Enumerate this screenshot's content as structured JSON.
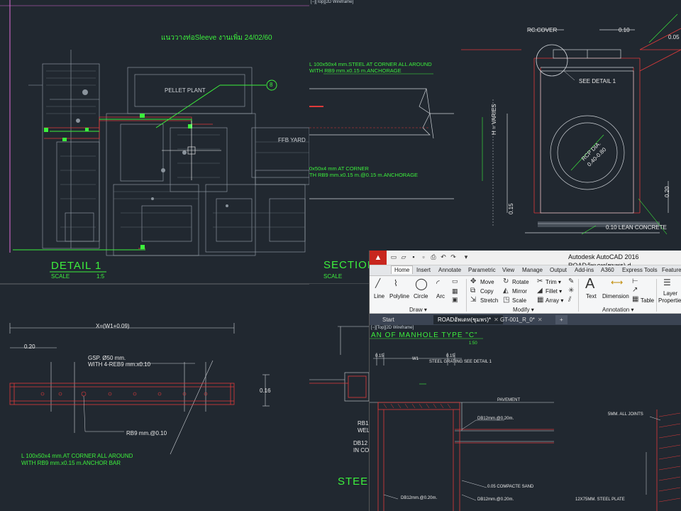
{
  "viewport_labels": {
    "top_right": "[−][Top][2D Wireframe]",
    "acad": "[−][Top][2D Wireframe]"
  },
  "detail1": {
    "note": "แนววางท่อSleeve งานเพิ่ม 24/02/60",
    "pellet": "PELLET PLANT",
    "ffb": "FFB YARD",
    "bubble": "8",
    "title": "DETAIL 1",
    "scale_label": "SCALE",
    "scale_value": "1:5"
  },
  "section": {
    "note1a": "L 100x50x4 mm.STEEL AT CORNER ALL AROUND",
    "note1b": "WITH RB9 mm.x0.15 m.ANCHORAGE",
    "note2a": "0x50x4 mm AT CORNER",
    "note2b": "TH RB9 mm.x0.15 m.@0.15 m.ANCHORAGE",
    "title": "SECTION",
    "scale_label": "SCALE"
  },
  "manhole": {
    "rc_cover": "RC.COVER",
    "dim_010": "0.10",
    "dim_005": "0.05",
    "see_detail": "SEE DETAIL 1",
    "h_varies": "H = VARIES",
    "rcp_dia": "RCP DIA.",
    "rcp_size": "0.40-0.80",
    "dim_020": "0.20",
    "dim_015": "0.15",
    "lean": "0.10 LEAN CONCRETE"
  },
  "grating": {
    "width": "X=(W1+0.09)",
    "dim_020": "0.20",
    "gsp1": "GSP. Ø50 mm.",
    "gsp2": "WITH 4-REB9 mm.x0.10",
    "dim_016": "0.16",
    "rb9": "RB9 mm.@0.10",
    "note1": "L 100x50x4 mm.AT CORNER ALL AROUND",
    "note2": "WITH RB9 mm.x0.15 m.ANCHOR BAR"
  },
  "acad": {
    "title": "Autodesk AutoCAD 2016   ROADอัพเดท(ชุมพร).d",
    "tabs": [
      "Home",
      "Insert",
      "Annotate",
      "Parametric",
      "View",
      "Manage",
      "Output",
      "Add-ins",
      "A360",
      "Express Tools",
      "Featured"
    ],
    "draw": {
      "line": "Line",
      "polyline": "Polyline",
      "circle": "Circle",
      "arc": "Arc",
      "panel": "Draw ▾"
    },
    "modify": {
      "move": "Move",
      "rotate": "Rotate",
      "trim": "Trim ▾",
      "copy": "Copy",
      "mirror": "Mirror",
      "fillet": "Fillet ▾",
      "stretch": "Stretch",
      "scale": "Scale",
      "array": "Array ▾",
      "panel": "Modify ▾"
    },
    "annotation": {
      "text": "Text",
      "dimension": "Dimension",
      "table": "Table",
      "panel": "Annotation ▾"
    },
    "layers": {
      "l1": "Layer",
      "l2": "Properties"
    },
    "doctabs": {
      "start": "Start",
      "road": "ROADอัพเดท(ชุมพร)*",
      "gt": "GT-001_R_0*",
      "plus": "+"
    }
  },
  "plan": {
    "title": "AN  OF  MANHOLE  TYPE  \"C\"",
    "scale": "1:50",
    "d015": "0.15",
    "w1": "W1",
    "grating": "STEEL GRATING SEE DETAIL 1",
    "pavement": "PAVEMENT",
    "db12a": "DB12mm.@0.20m.",
    "rb1": "RB1",
    "wel": "WEL",
    "db12b": "DB12",
    "incon": "IN CON",
    "joints": "5MM. ALL JOINTS",
    "steel": "STEEL",
    "compact": "0.05 COMPACTE SAND",
    "db12c": "DB12mm.@0.20m.",
    "db12d": "DB12mm.@0.20m.",
    "plate": "12X75MM. STEEL PLATE"
  }
}
